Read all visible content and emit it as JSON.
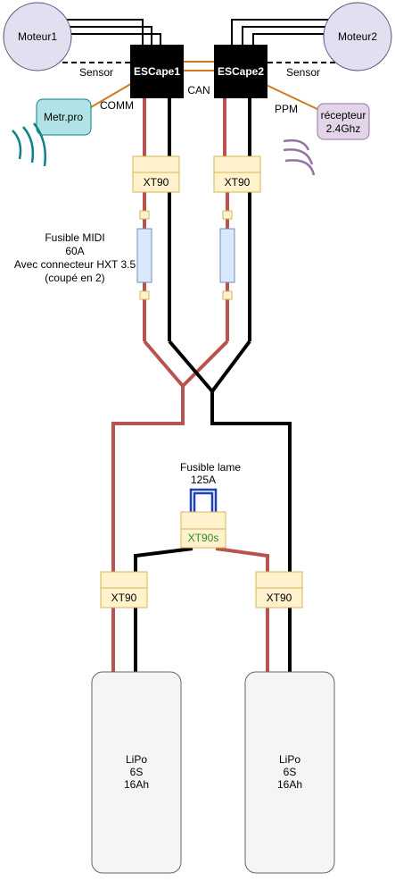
{
  "motors": {
    "left": "Moteur1",
    "right": "Moteur2"
  },
  "escs": {
    "left": "ESCape1",
    "right": "ESCape2"
  },
  "labels": {
    "sensor_left": "Sensor",
    "sensor_right": "Sensor",
    "can": "CAN",
    "comm": "COMM",
    "ppm": "PPM"
  },
  "metr": {
    "label": "Metr.pro"
  },
  "receiver": {
    "line1": "récepteur",
    "line2": "2.4Ghz"
  },
  "connectors": {
    "xt90_top_left": "XT90",
    "xt90_top_right": "XT90",
    "xt90s": "XT90s",
    "xt90_bottom_left": "XT90",
    "xt90_bottom_right": "XT90"
  },
  "fuse_midi": {
    "line1": "Fusible MIDI",
    "line2": "60A",
    "line3": "Avec connecteur HXT 3.5",
    "line4": "(coupé en 2)"
  },
  "fuse_lame": {
    "line1": "Fusible lame",
    "line2": "125A"
  },
  "batteries": {
    "left": {
      "line1": "LiPo",
      "line2": "6S",
      "line3": "16Ah"
    },
    "right": {
      "line1": "LiPo",
      "line2": "6S",
      "line3": "16Ah"
    }
  },
  "colors": {
    "power_red": "#b85450",
    "wire_black": "#000000",
    "signal_orange": "#d07a1a",
    "connector_fill": "#fff2cc",
    "connector_stroke": "#d6b656",
    "fuse_fill": "#dae8fc",
    "fuse_stroke": "#6c8ebf",
    "motor_fill": "#e1dff0",
    "metr_fill": "#b0e3e6",
    "metr_stroke": "#0e8088",
    "receiver_fill": "#e1d5e7",
    "receiver_stroke": "#9673a6",
    "battery_fill": "#f5f5f5",
    "battery_stroke": "#666666",
    "lame_blue": "#1f3fbf",
    "xt90s_text": "#2e8b2e"
  }
}
